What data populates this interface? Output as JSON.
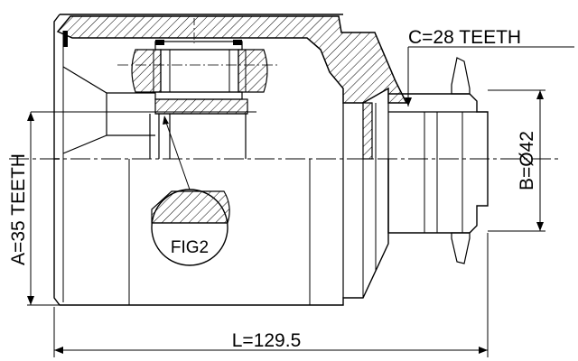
{
  "labels": {
    "c_teeth": "C=28 TEETH",
    "a_teeth": "A=35 TEETH",
    "b_diameter": "B=Ø42",
    "length": "L=129.5",
    "fig": "FIG2"
  }
}
